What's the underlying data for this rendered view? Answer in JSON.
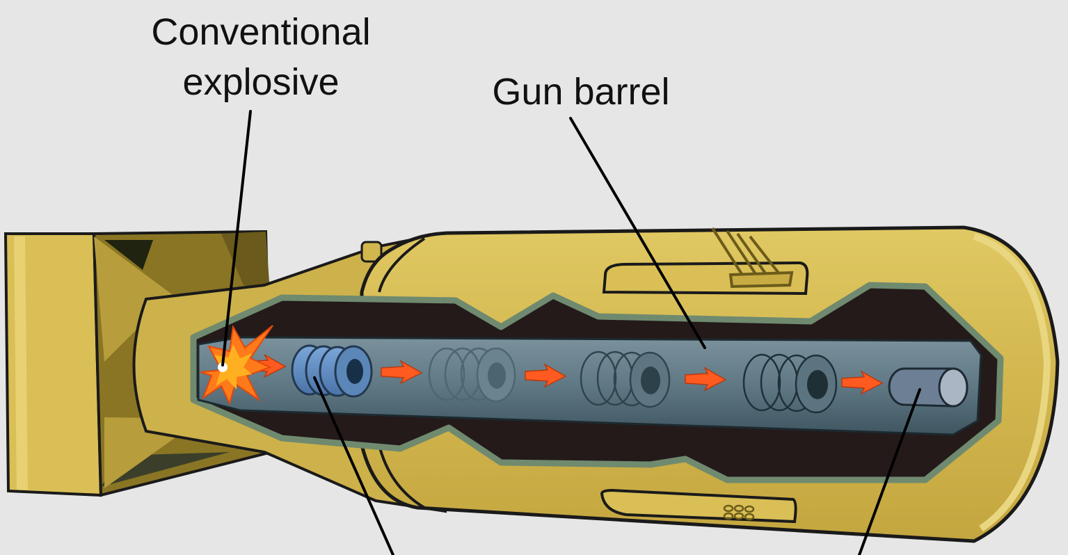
{
  "labels": {
    "conventional_explosive": [
      "Conventional",
      "explosive"
    ],
    "gun_barrel": "Gun barrel"
  },
  "colors": {
    "background": "#e6e6e6",
    "casing": "#d2b64e",
    "casing_dark": "#8f7a23",
    "barrel": "#607985",
    "cavity": "#241a1a",
    "projectile": "#5b86b8",
    "arrow": "#ff5a1f",
    "explosion": "#ff7a1a",
    "leader_line": "#000000"
  }
}
